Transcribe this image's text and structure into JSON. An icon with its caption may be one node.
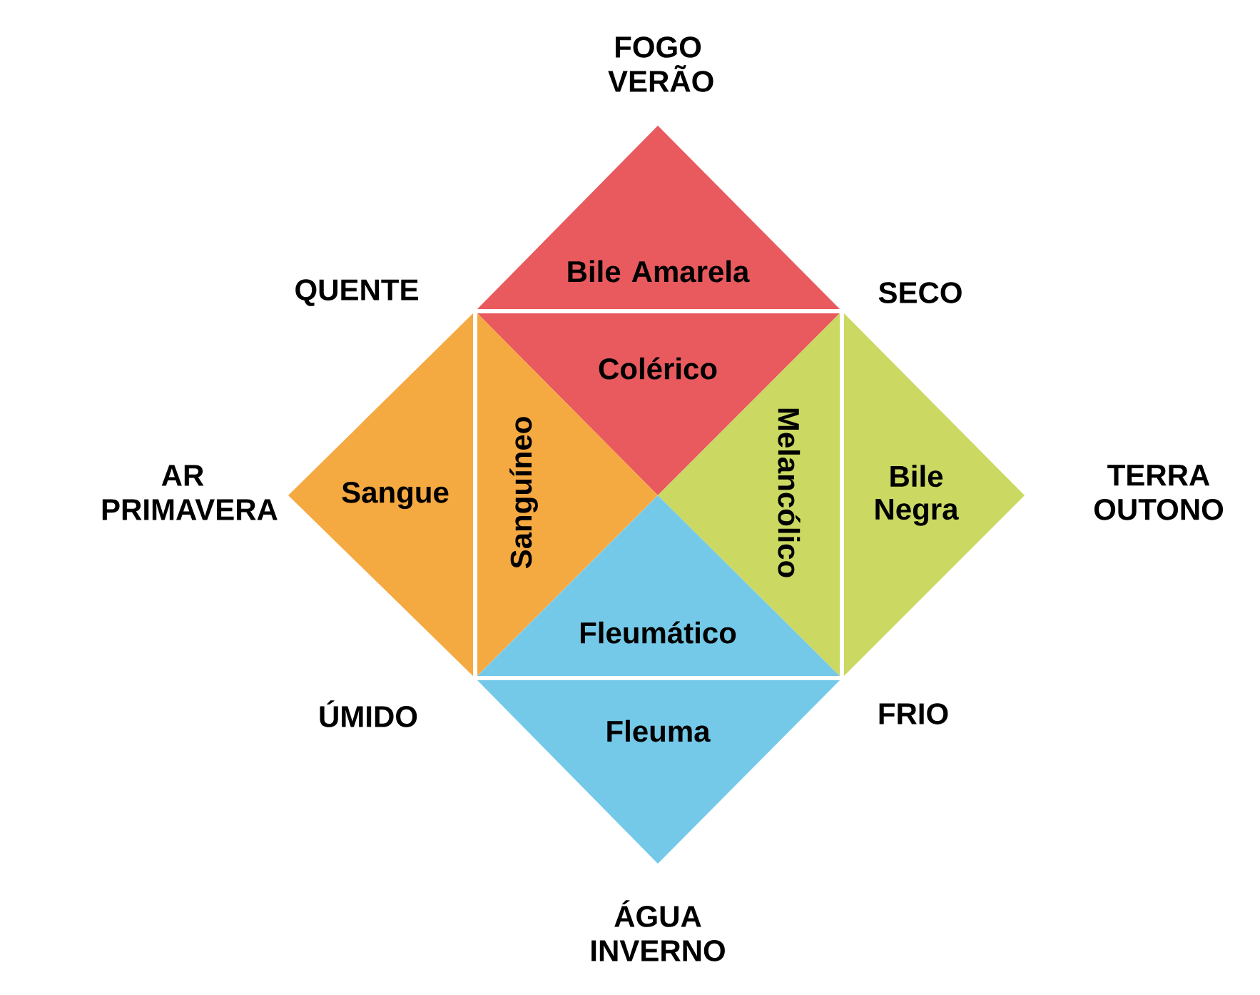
{
  "diagram": {
    "nodes": [
      {
        "text": [
          "Bile Amarela"
        ]
      },
      {
        "text": [
          "Colérico"
        ]
      },
      {
        "text": [
          "Sangue"
        ]
      },
      {
        "text": [
          "Sanguíneo"
        ]
      },
      {
        "text": [
          "Melancólico"
        ]
      },
      {
        "text": [
          "Bile Negra"
        ]
      },
      {
        "text": [
          "Fleumático"
        ]
      },
      {
        "text": [
          "Fleuma"
        ]
      }
    ],
    "labels": [
      "FOGO VERÃO",
      "QUENTE",
      "SECO",
      "AR PRIMAVERA",
      "TERRA OUTONO",
      "ÚMIDO",
      "FRIO",
      "ÁGUA INVERNO"
    ]
  }
}
